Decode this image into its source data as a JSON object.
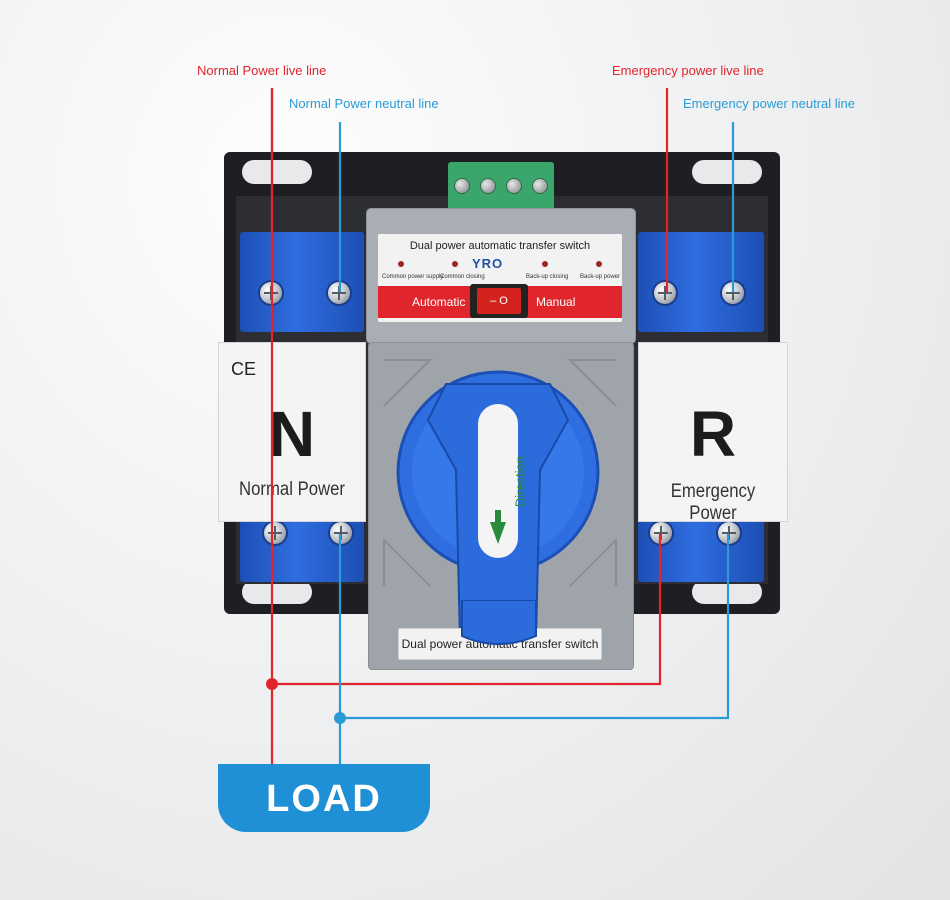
{
  "callouts": {
    "normal_live": "Normal Power live line",
    "normal_neutral": "Normal Power neutral line",
    "emergency_live": "Emergency power live line",
    "emergency_neutral": "Emergency power neutral line"
  },
  "left_card": {
    "mark": "CE",
    "letter": "N",
    "text": "Normal Power"
  },
  "right_card": {
    "letter": "R",
    "text": "Emergency Power"
  },
  "panel": {
    "title": "Dual power automatic transfer switch",
    "brand": "YRO",
    "leds": [
      "Common power supply",
      "Common closing",
      "Back-up closing",
      "Back-up power"
    ],
    "automatic": "Automatic",
    "manual": "Manual",
    "rocker": "– O"
  },
  "handle_text": "Direction",
  "bottom_label": "Dual power automatic transfer switch",
  "load": "LOAD",
  "colors": {
    "live": "#e0262c",
    "neutral": "#2a9bd6",
    "load_box": "#1f8fd6",
    "handle": "#2f6ee0",
    "panel_strip": "#e0262c"
  }
}
